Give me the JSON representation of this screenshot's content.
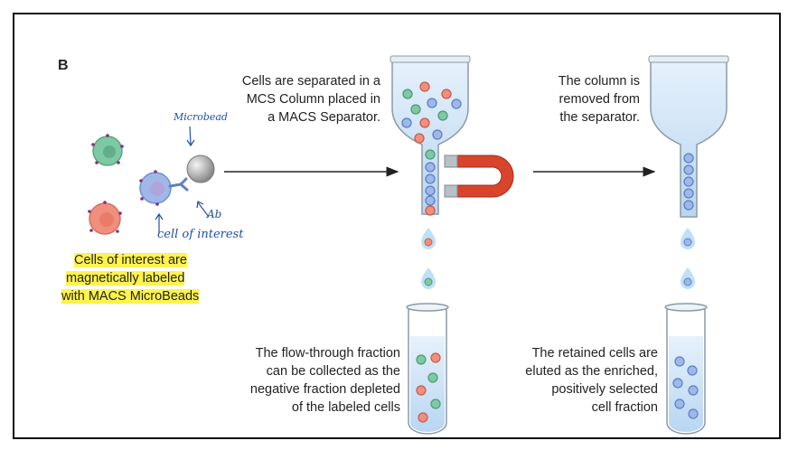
{
  "panel_label": "B",
  "captions": {
    "separation": [
      "Cells are separated in a",
      "MCS Column placed in",
      "a MACS Separator."
    ],
    "column_removed": [
      "The column is",
      "removed from",
      "the separator."
    ],
    "labeling": [
      "Cells of interest are",
      "magnetically labeled",
      "with MACS MicroBeads"
    ],
    "flow_through": [
      "The flow-through fraction",
      "can be collected as the",
      "negative fraction depleted",
      "of the labeled cells"
    ],
    "retained": [
      "The retained cells are",
      "eluted as the enriched,",
      "positively selected",
      "cell fraction"
    ]
  },
  "handwritten": {
    "microbead": "Microbead",
    "ab": "Ab",
    "cell_of_interest": "cell of interest"
  },
  "colors": {
    "cell_green": "#7dc9a3",
    "cell_red": "#f08f7e",
    "cell_blue": "#9fb8e8",
    "magnet_red": "#d9452c",
    "magnet_tip": "#b8c0c8",
    "liquid": "#cfe4f7",
    "highlight": "#fff34d",
    "annotation_ink": "#1f4fa3"
  }
}
